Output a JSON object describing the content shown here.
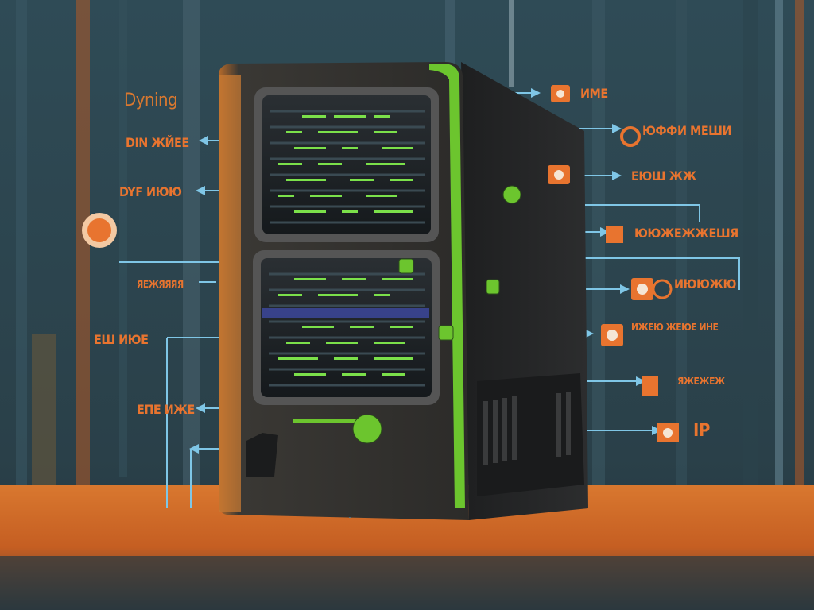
{
  "labels": {
    "title": "Dyning",
    "left_2": "DIN ЖЙЕЕ",
    "left_3": "DYF ИЮЮ",
    "left_4": "ЯЕЖЯЯЯЯ",
    "left_5": "ЕПЕ ИЖЕ",
    "left_6": "ЕШ ИЮЕ",
    "right_1": "ИМЕ",
    "right_2": "ЮФФИ МЕШИ",
    "right_3": "ЕЮШ ЖЖ",
    "right_4": "ЮЮЖЕЖЖЕШЯ",
    "right_5": "ИЮЮЖЮ",
    "right_6": "ИЖЕЮ ЖЕЮЕ ИНЕ",
    "right_7": "ЯЖЕЖЕЖ",
    "right_8": "IP"
  },
  "colors": {
    "background": "#2e4750",
    "accent_orange": "#e8742f",
    "accent_green": "#6cc52e",
    "connector_blue": "#7fc6e6",
    "case_dark": "#2b2b2b"
  },
  "icons": [
    "orange-circle-icon",
    "green-badge-icon",
    "orange-square-icon"
  ]
}
